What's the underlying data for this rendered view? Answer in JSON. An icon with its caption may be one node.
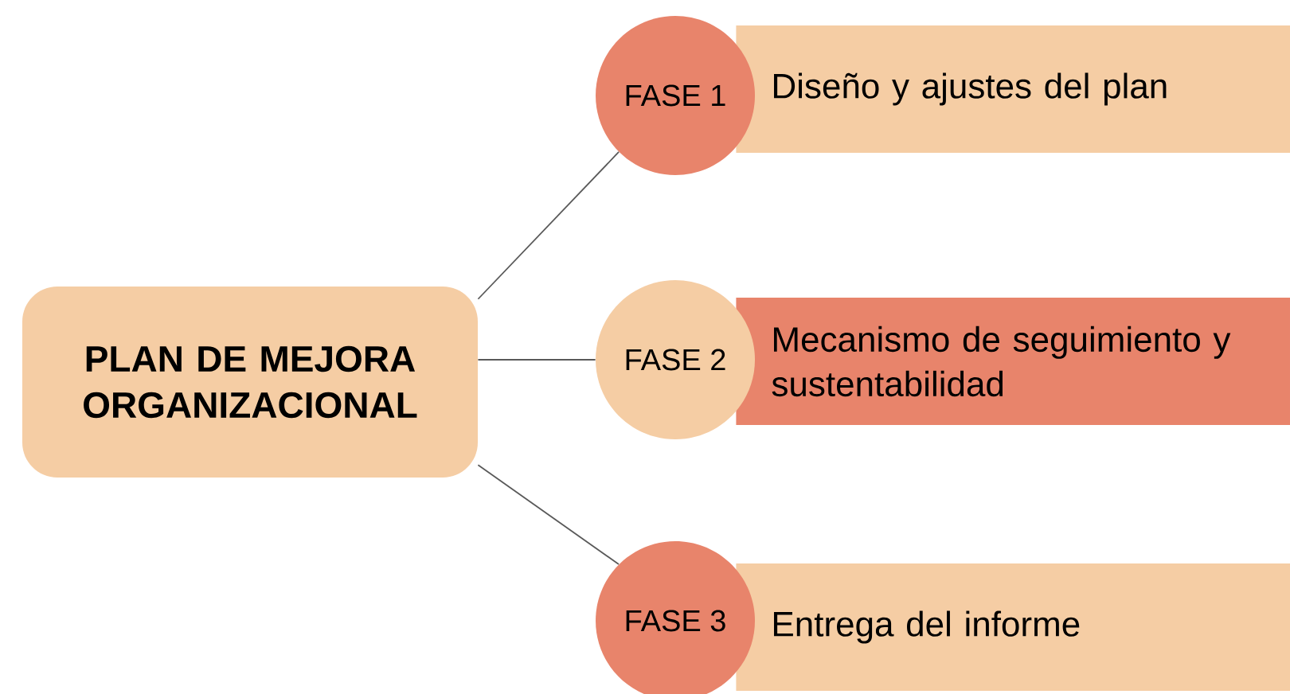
{
  "diagram": {
    "nodes": [
      {
        "text": [
          "PLAN DE MEJORA ORGANIZACIONAL"
        ]
      },
      {
        "text": [
          "FASE 1"
        ]
      },
      {
        "text": [
          "Diseño y ajustes del plan"
        ]
      },
      {
        "text": [
          "FASE 2"
        ]
      },
      {
        "text": [
          "Mecanismo de seguimiento y sustentabilidad"
        ]
      },
      {
        "text": [
          "FASE 3"
        ]
      },
      {
        "text": [
          "Entrega del informe"
        ]
      }
    ],
    "edges": [
      {
        "from": 0,
        "to": 1,
        "arrow": "none"
      },
      {
        "from": 0,
        "to": 3,
        "arrow": "none"
      },
      {
        "from": 0,
        "to": 5,
        "arrow": "none"
      }
    ]
  }
}
